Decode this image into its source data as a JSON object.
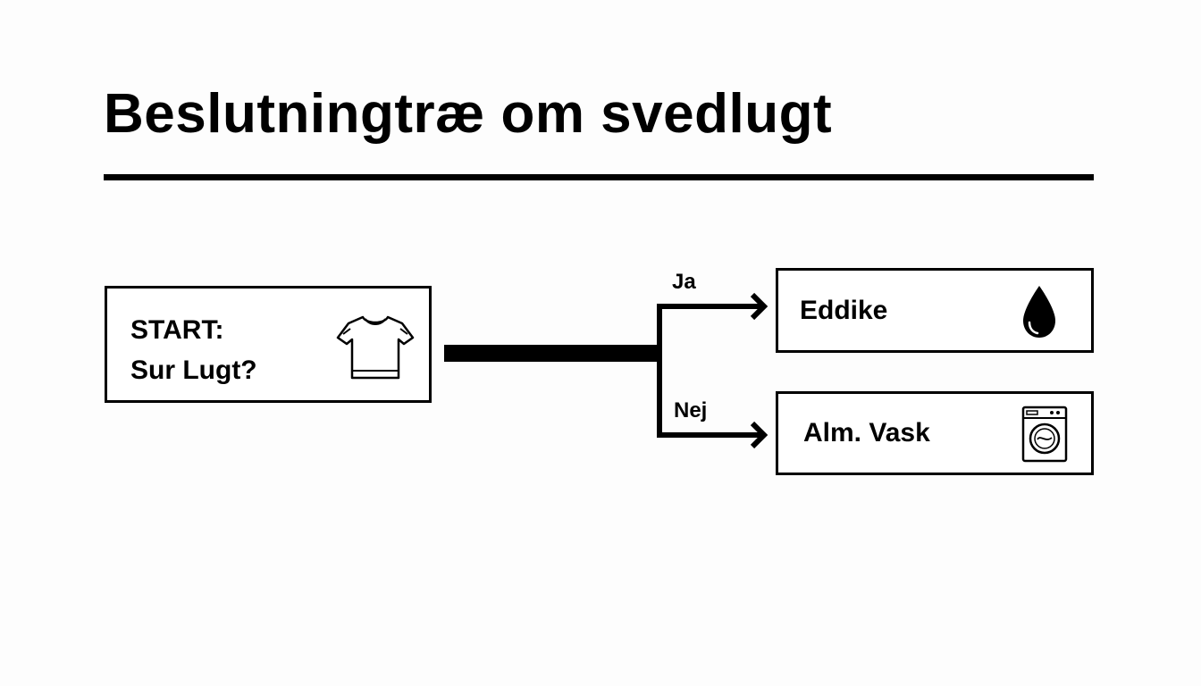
{
  "title": "Beslutningtræ om svedlugt",
  "start": {
    "line1": "START:",
    "line2": "Sur Lugt?",
    "icon": "tshirt-icon"
  },
  "branches": {
    "yes": {
      "label": "Ja",
      "result": "Eddike",
      "icon": "water-drop-icon"
    },
    "no": {
      "label": "Nej",
      "result": "Alm. Vask",
      "icon": "washing-machine-icon"
    }
  },
  "colors": {
    "line": "#000000",
    "background": "#fdfdfd"
  }
}
